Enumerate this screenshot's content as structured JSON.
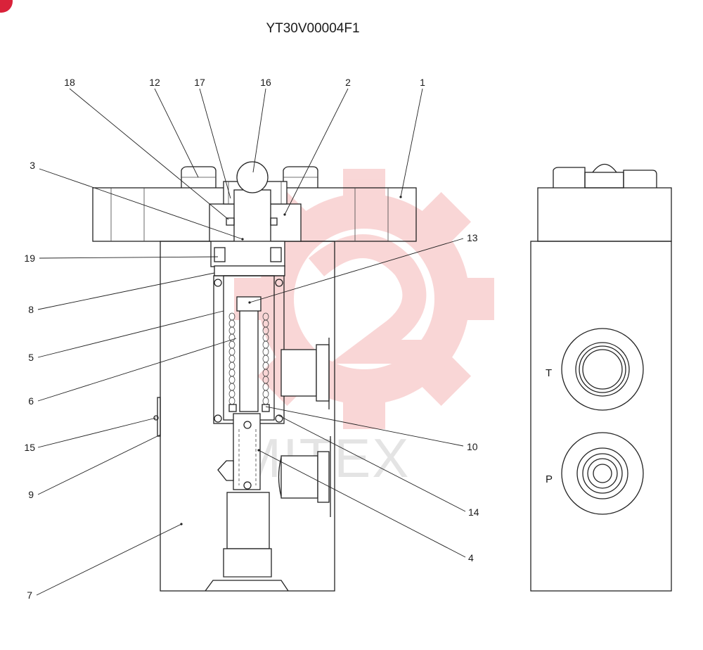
{
  "title": "YT30V00004F1",
  "watermark": {
    "text": "MITEX",
    "color": "#f2a6a6"
  },
  "corner_badge_color": "#d9223a",
  "callouts": [
    {
      "id": "c1",
      "label": "1"
    },
    {
      "id": "c2",
      "label": "2"
    },
    {
      "id": "c3",
      "label": "3"
    },
    {
      "id": "c4",
      "label": "4"
    },
    {
      "id": "c5",
      "label": "5"
    },
    {
      "id": "c6",
      "label": "6"
    },
    {
      "id": "c7",
      "label": "7"
    },
    {
      "id": "c8",
      "label": "8"
    },
    {
      "id": "c9",
      "label": "9"
    },
    {
      "id": "c10",
      "label": "10"
    },
    {
      "id": "c12",
      "label": "12"
    },
    {
      "id": "c13",
      "label": "13"
    },
    {
      "id": "c14",
      "label": "14"
    },
    {
      "id": "c15",
      "label": "15"
    },
    {
      "id": "c16",
      "label": "16"
    },
    {
      "id": "c17",
      "label": "17"
    },
    {
      "id": "c18",
      "label": "18"
    },
    {
      "id": "c19",
      "label": "19"
    }
  ],
  "ports": {
    "t": "T",
    "p": "P"
  }
}
